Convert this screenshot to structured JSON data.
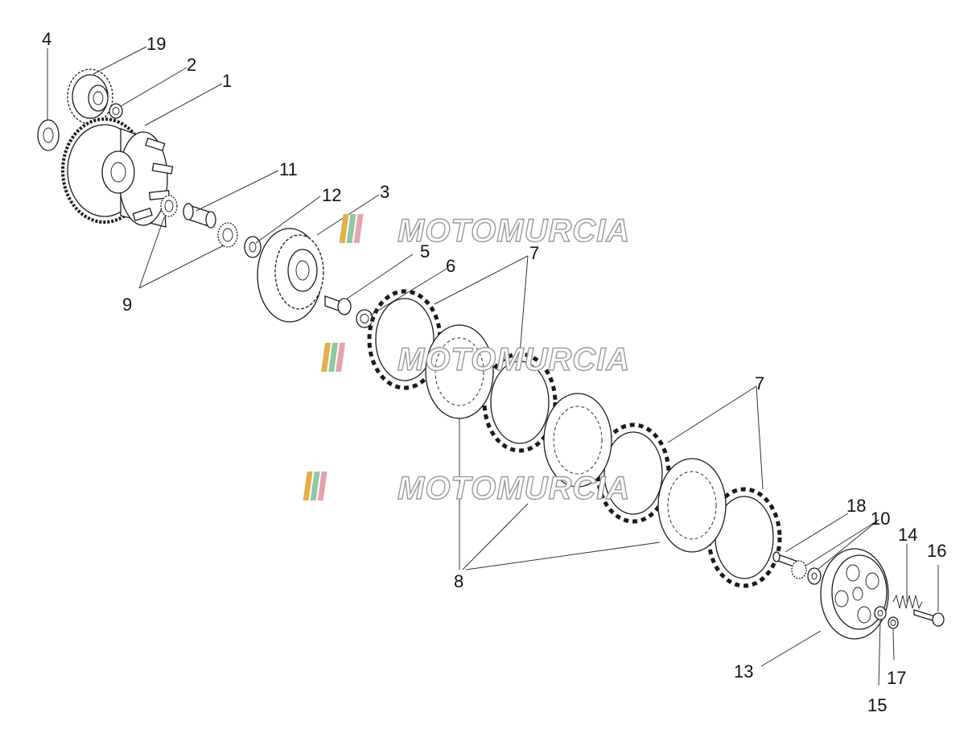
{
  "diagram": {
    "part_numbers": {
      "p1": "1",
      "p2": "2",
      "p3": "3",
      "p4": "4",
      "p5": "5",
      "p6": "6",
      "p7a": "7",
      "p7b": "7",
      "p8": "8",
      "p9": "9",
      "p10": "10",
      "p11": "11",
      "p12": "12",
      "p13": "13",
      "p14": "14",
      "p15": "15",
      "p16": "16",
      "p17": "17",
      "p18": "18",
      "p19": "19"
    },
    "watermark": {
      "text": "MOTOMURCIA",
      "stripe_colors": [
        "#e3b04a",
        "#8fc7a0",
        "#e7a3ad"
      ]
    }
  }
}
